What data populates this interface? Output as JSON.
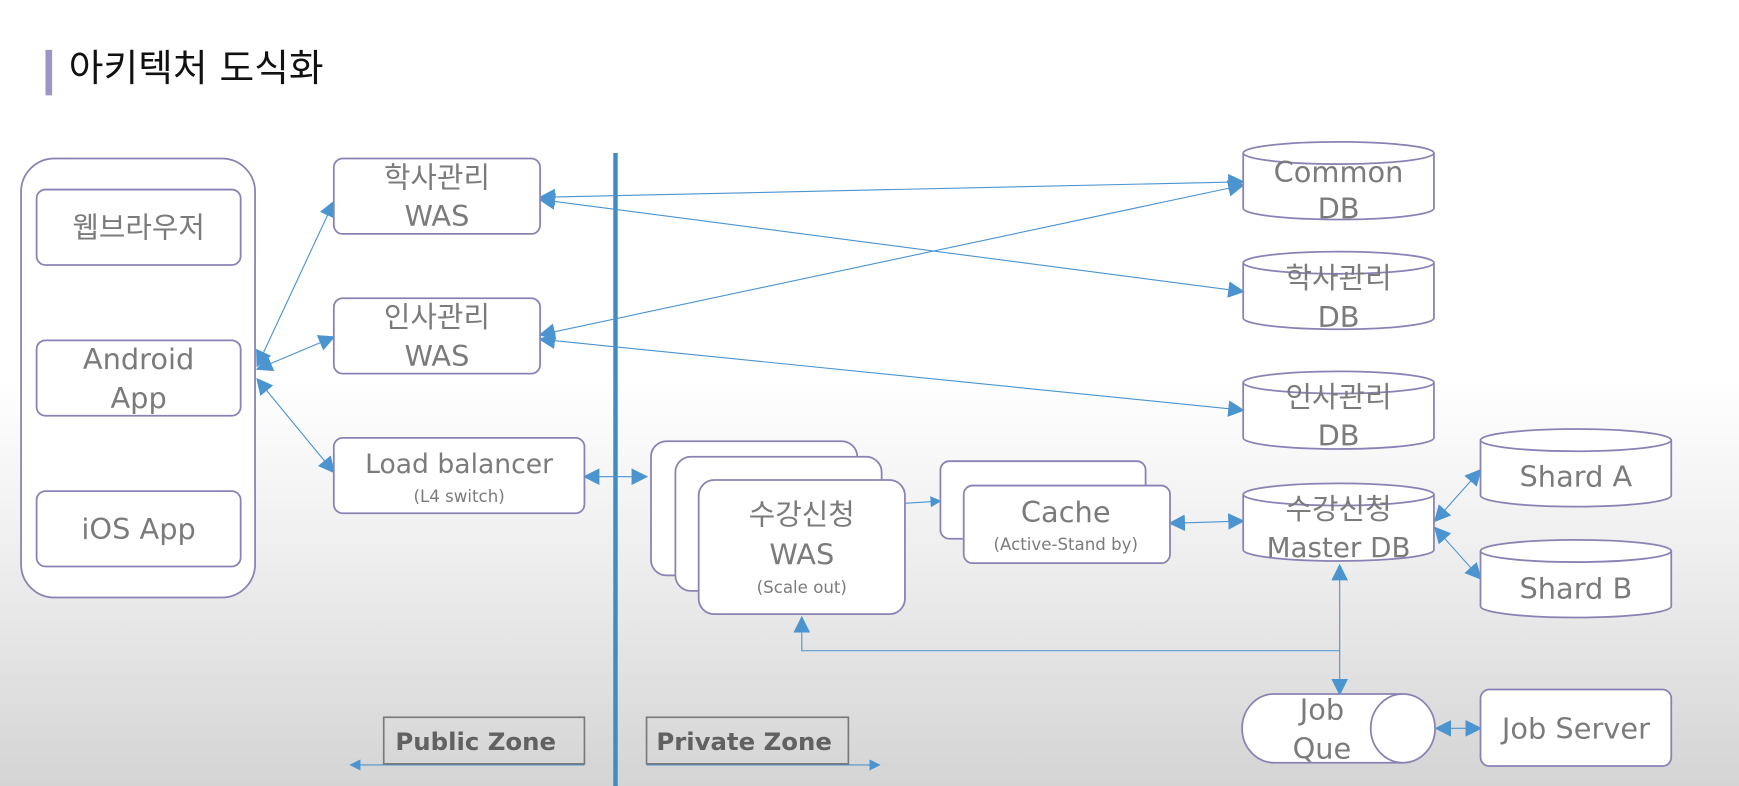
{
  "title": "아키텍처 도식화",
  "clients": {
    "web": "웹브라우저",
    "android": [
      "Android",
      "App"
    ],
    "ios": "iOS App"
  },
  "was": {
    "academic": [
      "학사관리",
      "WAS"
    ],
    "hr": [
      "인사관리",
      "WAS"
    ],
    "enroll": [
      "수강신청",
      "WAS"
    ],
    "enroll_note": "(Scale out)"
  },
  "load_balancer": {
    "label": "Load balancer",
    "note": "(L4 switch)"
  },
  "cache": {
    "label": "Cache",
    "note": "(Active-Stand by)"
  },
  "databases": {
    "common": [
      "Common",
      "DB"
    ],
    "academic": [
      "학사관리",
      "DB"
    ],
    "hr": [
      "인사관리",
      "DB"
    ],
    "enroll_master": [
      "수강신청",
      "Master DB"
    ],
    "shard_a": "Shard A",
    "shard_b": "Shard B"
  },
  "job": {
    "queue": [
      "Job",
      "Que"
    ],
    "server": "Job Server"
  },
  "zones": {
    "public": "Public Zone",
    "private": "Private Zone"
  },
  "colors": {
    "node_border": "#8a82b4",
    "arrow": "#4a94d0",
    "divider": "#3f8cc2",
    "title_accent": "#9f94c6"
  }
}
